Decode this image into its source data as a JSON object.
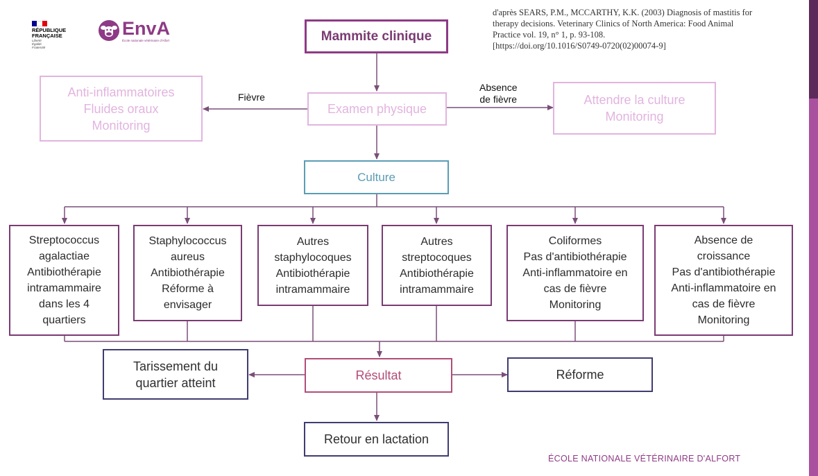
{
  "logos": {
    "republique": {
      "line1": "RÉPUBLIQUE",
      "line2": "FRANÇAISE",
      "motto": [
        "Liberté",
        "Égalité",
        "Fraternité"
      ]
    },
    "enva": {
      "name": "EnvA",
      "subtitle": "École nationale vétérinaire d'Alfort"
    }
  },
  "citation": {
    "line1": "d'après SEARS, P.M., MCCARTHY, K.K. (2003) Diagnosis of mastitis for",
    "line2": "therapy decisions. Veterinary Clinics of North America: Food Animal",
    "line3": "Practice vol. 19, n° 1, p. 93-108.",
    "line4": "[https://doi.org/10.1016/S0749-0720(02)00074-9]"
  },
  "nodes": {
    "start": "Mammite clinique",
    "exam": "Examen physique",
    "left_treatment": [
      "Anti-inflammatoires",
      "Fluides oraux",
      "Monitoring"
    ],
    "right_wait": [
      "Attendre la culture",
      "Monitoring"
    ],
    "culture": "Culture",
    "categories": [
      [
        "Streptococcus",
        "agalactiae",
        "Antibiothérapie",
        "intramammaire",
        "dans les 4",
        "quartiers"
      ],
      [
        "Staphylococcus",
        "aureus",
        "Antibiothérapie",
        "Réforme à",
        "envisager"
      ],
      [
        "Autres",
        "staphylocoques",
        "Antibiothérapie",
        "intramammaire"
      ],
      [
        "Autres",
        "streptocoques",
        "Antibiothérapie",
        "intramammaire"
      ],
      [
        "Coliformes",
        "Pas d'antibiothérapie",
        "Anti-inflammatoire en",
        "cas de fièvre",
        "Monitoring"
      ],
      [
        "Absence de",
        "croissance",
        "Pas d'antibiothérapie",
        "Anti-inflammatoire en",
        "cas de fièvre",
        "Monitoring"
      ]
    ],
    "result": "Résultat",
    "dry_off": [
      "Tarissement du",
      "quartier atteint"
    ],
    "cull": "Réforme",
    "return": "Retour en lactation"
  },
  "edge_labels": {
    "fever": "Fièvre",
    "no_fever": [
      "Absence",
      "de fièvre"
    ]
  },
  "footer": "ÉCOLE NATIONALE VÉTÉRINAIRE D'ALFORT",
  "colors": {
    "purple": "#8e3a86",
    "dark_purple": "#7a3b73",
    "faded_pink": "#e2b4df",
    "teal": "#5a9db5",
    "navy": "#3f3c70",
    "result": "#b24c76",
    "connector": "#7a4f79"
  }
}
